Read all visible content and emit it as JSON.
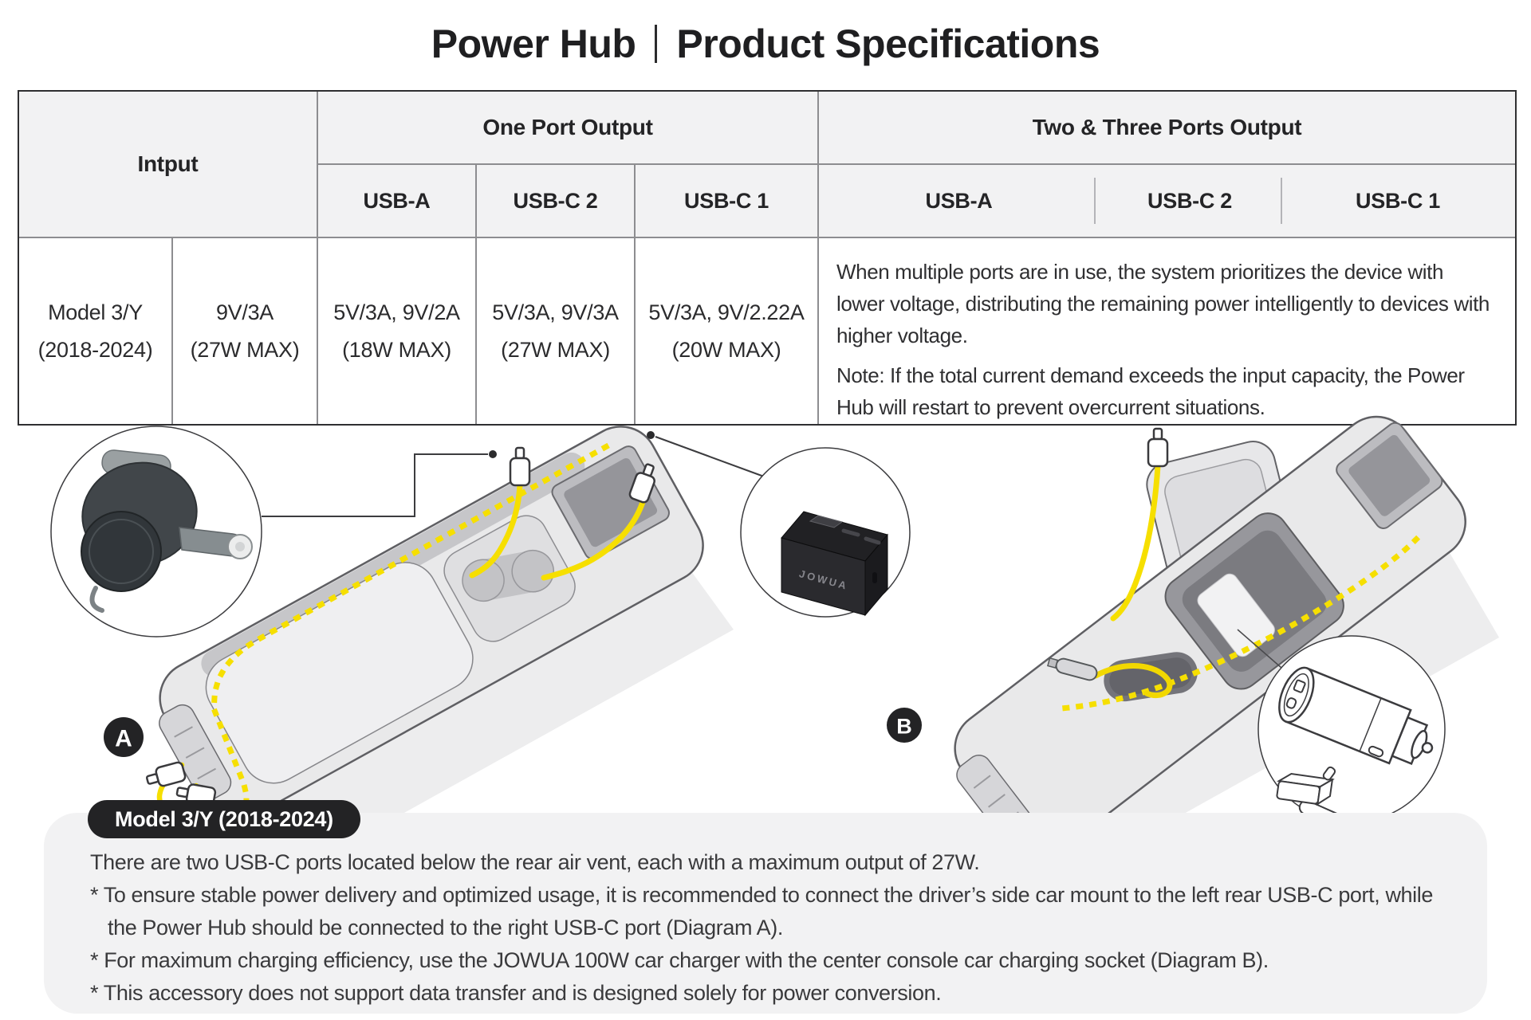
{
  "page": {
    "title_left": "Power Hub",
    "title_right": "Product Specifications"
  },
  "table": {
    "input_header": "Intput",
    "one_port_header": "One Port Output",
    "multi_port_header": "Two & Three Ports Output",
    "one_port_columns": [
      "USB-A",
      "USB-C 2",
      "USB-C 1"
    ],
    "multi_port_columns": [
      "USB-A",
      "USB-C 2",
      "USB-C 1"
    ],
    "row": {
      "model": [
        "Model 3/Y",
        "(2018-2024)"
      ],
      "input": [
        "9V/3A",
        "(27W MAX)"
      ],
      "one_port_usba": [
        "5V/3A, 9V/2A",
        "(18W MAX)"
      ],
      "one_port_usbc2": [
        "5V/3A, 9V/3A",
        "(27W MAX)"
      ],
      "one_port_usbc1": [
        "5V/3A, 9V/2.22A",
        "(20W MAX)"
      ],
      "multi_port_text_1": "When multiple ports are in use, the system prioritizes the device with lower voltage, distributing the remaining power intelligently to devices with higher voltage.",
      "multi_port_text_2": "Note: If the total current demand exceeds the input capacity, the Power Hub will restart to prevent overcurrent situations."
    }
  },
  "diagram": {
    "label_a": "A",
    "label_b": "B",
    "hub_brand": "JOWUA"
  },
  "notes": {
    "badge": "Model 3/Y (2018-2024)",
    "lines": [
      "There are two USB-C ports located below the rear air vent, each with a maximum output of 27W.",
      "* To ensure stable power delivery and optimized usage, it is recommended to connect the driver’s side car mount to the left rear USB-C port, while",
      "the Power Hub should be connected to the right USB-C port (Diagram A).",
      "* For maximum charging efficiency, use the JOWUA 100W car charger with the center console car charging socket (Diagram B).",
      "* This accessory does not support data transfer and is designed solely for power conversion."
    ]
  },
  "colors": {
    "accent_cable": "#F6DF00",
    "header_bg": "#F2F2F3",
    "badge_dark": "#232325",
    "console_gray": "#E9E9EA"
  }
}
